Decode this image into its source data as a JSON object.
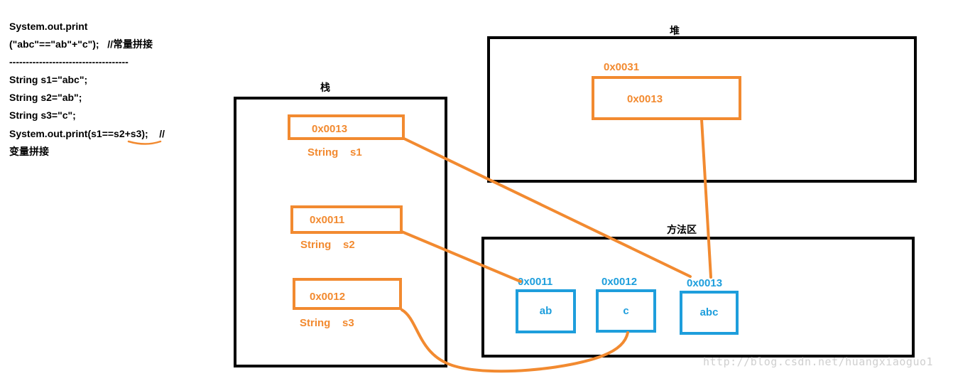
{
  "code": {
    "lines": [
      "System.out.print",
      "(\"abc\"==\"ab\"+\"c\");   //常量拼接",
      "------------------------------------",
      "String s1=\"abc\";",
      "String s2=\"ab\";",
      "String s3=\"c\";",
      "System.out.print(s1==s2+s3);    //",
      "变量拼接"
    ]
  },
  "stack": {
    "title": "栈",
    "vars": [
      {
        "addr": "0x0013",
        "label": "String    s1"
      },
      {
        "addr": "0x0011",
        "label": "String    s2"
      },
      {
        "addr": "0x0012",
        "label": "String    s3"
      }
    ]
  },
  "heap": {
    "title": "堆",
    "object_addr": "0x0031",
    "object_value": "0x0013"
  },
  "method_area": {
    "title": "方法区",
    "constants": [
      {
        "addr": "0x0011",
        "value": "ab"
      },
      {
        "addr": "0x0012",
        "value": "c"
      },
      {
        "addr": "0x0013",
        "value": "abc"
      }
    ]
  },
  "watermark": "http://blog.csdn.net/huangxiaoguo1",
  "colors": {
    "orange": "#F28A30",
    "blue": "#1E9EDC",
    "black": "#000000"
  }
}
